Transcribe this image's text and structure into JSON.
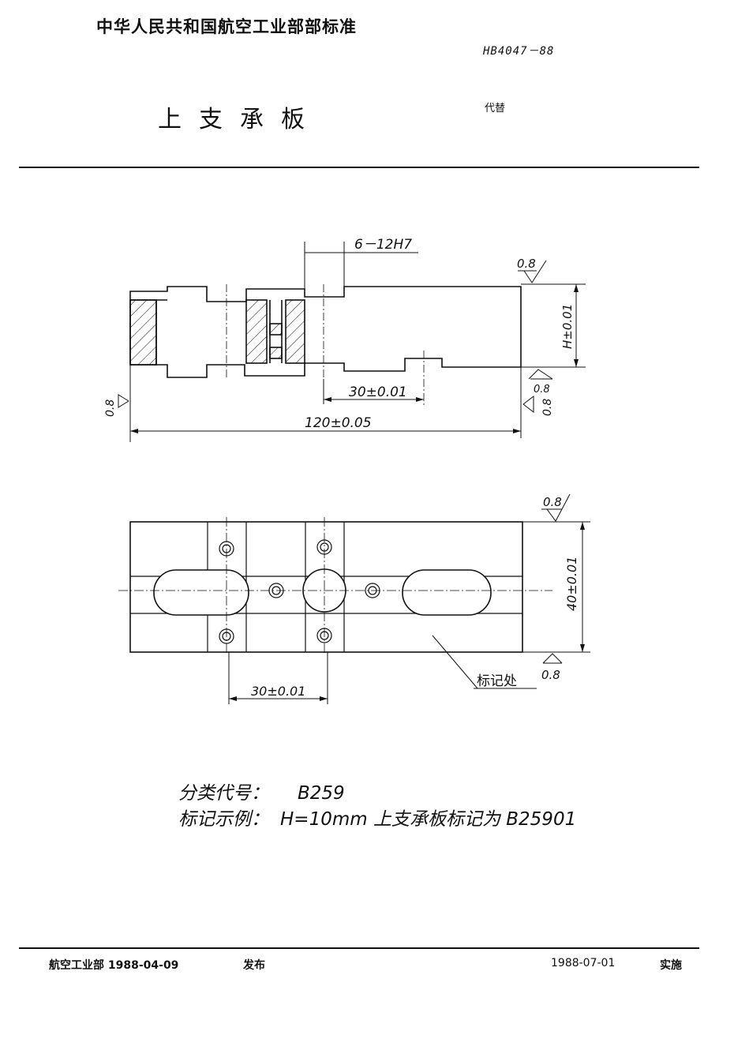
{
  "header": {
    "org": "中华人民共和国航空工业部部标准",
    "code": "HB4047－88",
    "title": "上支承板",
    "replace": "代替"
  },
  "drawing": {
    "top_view": {
      "hole_dim": "6－12H7",
      "roughness_top": "0.8",
      "roughness_bottom": "0.8",
      "roughness_side_right": "0.8",
      "roughness_side_left": "0.8",
      "height_dim": "H±0.01",
      "center_dim": "30±0.01",
      "length_dim": "120±0.05"
    },
    "plan_view": {
      "roughness_top": "0.8",
      "width_dim": "40±0.01",
      "marking_label": "标记处",
      "roughness_bottom": "0.8",
      "spacing_dim": "30±0.01"
    }
  },
  "info": {
    "class_label": "分类代号：",
    "class_value": "B259",
    "example_label": "标记示例：",
    "example_value": "H=10mm  上支承板标记为 B25901"
  },
  "footer": {
    "issuer": "航空工业部 1988-04-09",
    "issue_word": "发布",
    "effective_date": "1988-07-01",
    "effective_word": "实施"
  }
}
